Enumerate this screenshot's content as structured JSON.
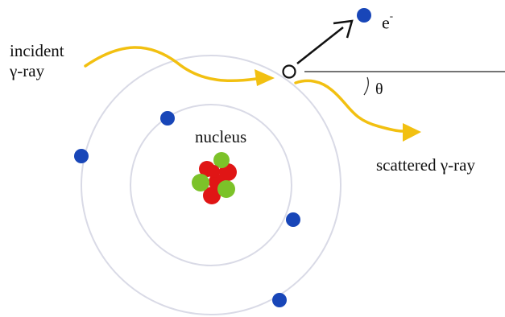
{
  "labels": {
    "incident": "incident",
    "gamma_in": "γ-ray",
    "nucleus": "nucleus",
    "electron": "e",
    "electron_charge": "-",
    "theta": "θ",
    "scattered": "scattered γ-ray"
  },
  "colors": {
    "orbit": "#d9dae6",
    "electron": "#1846b8",
    "gamma_ray": "#f2c011",
    "proton": "#e01515",
    "neutron": "#7cc229",
    "arrow": "#111111",
    "line": "#222222"
  }
}
